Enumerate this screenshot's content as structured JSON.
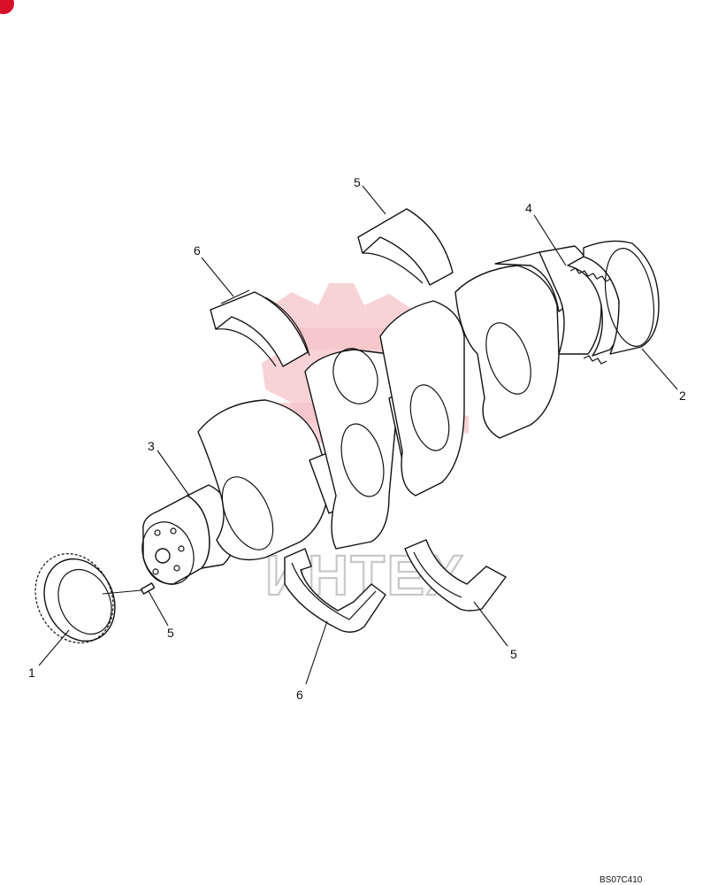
{
  "diagram": {
    "callouts": [
      {
        "id": "c1",
        "label": "1"
      },
      {
        "id": "c2",
        "label": "2"
      },
      {
        "id": "c3",
        "label": "3"
      },
      {
        "id": "c4",
        "label": "4"
      },
      {
        "id": "c5a",
        "label": "5"
      },
      {
        "id": "c5b",
        "label": "5"
      },
      {
        "id": "c5c",
        "label": "5"
      },
      {
        "id": "c6a",
        "label": "6"
      },
      {
        "id": "c6b",
        "label": "6"
      }
    ],
    "figure_code": "BS07C410",
    "watermark_text": "ИНТЕХ"
  },
  "colors": {
    "line": "#111111",
    "watermark_red": "#e8424f",
    "watermark_text": "#c8c8c8",
    "corner_badge": "#d8102a"
  }
}
